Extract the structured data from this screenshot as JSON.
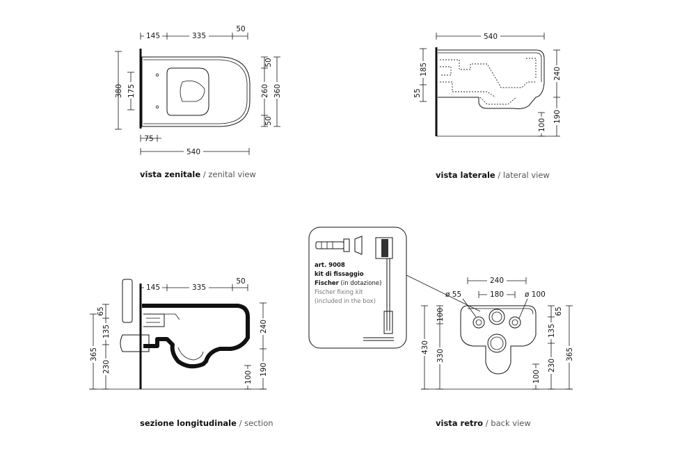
{
  "views": {
    "zenital": {
      "label_bold": "vista zenitale",
      "label_light": "/ zenital view",
      "dims": {
        "top1": "145",
        "top2": "335",
        "top3": "50",
        "left_outer": "380",
        "left_inner": "175",
        "right1": "50",
        "right2": "260",
        "right3": "50",
        "right_outer": "360",
        "bottom_small": "75",
        "bottom": "540"
      }
    },
    "lateral": {
      "label_bold": "vista laterale",
      "label_light": "/ lateral view",
      "dims": {
        "top": "540",
        "left1": "185",
        "left2": "55",
        "right1": "240",
        "right2": "190",
        "right3": "100"
      }
    },
    "section": {
      "label_bold": "sezione longitudinale",
      "label_light": "/ section",
      "dims": {
        "top1": "145",
        "top2": "335",
        "top3": "50",
        "left1": "65",
        "left2": "135",
        "left3": "230",
        "left_outer": "365",
        "right1": "240",
        "right2": "190",
        "right3": "100"
      }
    },
    "back": {
      "label_bold": "vista retro",
      "label_light": "/ back view",
      "dims": {
        "top": "240",
        "mid": "180",
        "d_left": "ø 55",
        "d_right": "ø 100",
        "left1": "100",
        "left2": "330",
        "left_outer": "430",
        "right1": "65",
        "right2": "135",
        "right3": "230",
        "right_outer": "365",
        "bottom": "100"
      }
    }
  },
  "kit": {
    "line1": "art. 9008",
    "line2": "kit di fissaggio",
    "line3a": "Fischer",
    "line3b": "(in dotazione)",
    "line4": "Fischer fixing kit",
    "line5": "(included in the box)"
  }
}
